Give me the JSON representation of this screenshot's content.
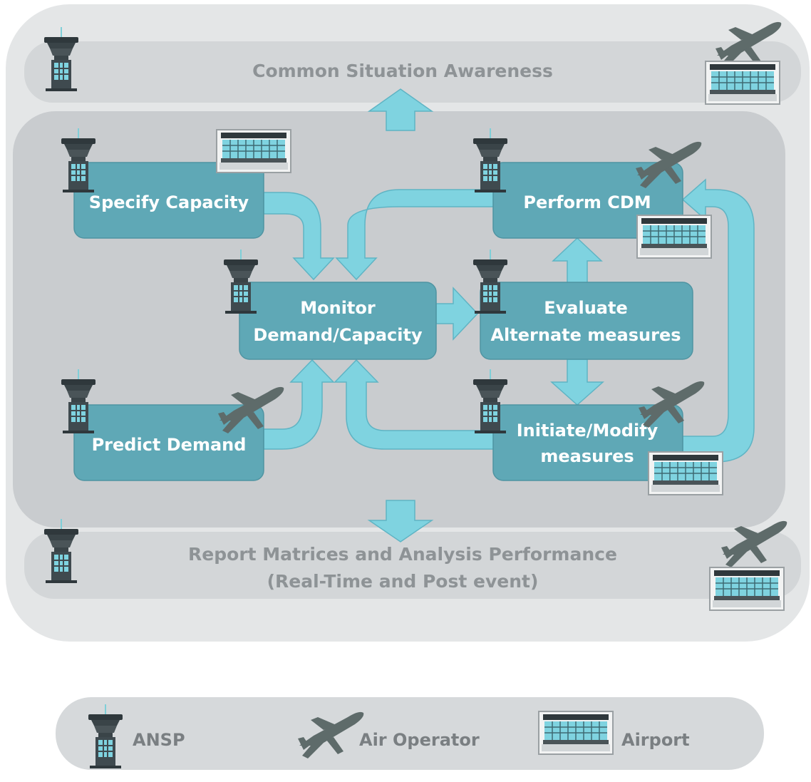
{
  "bands": {
    "top": "Common Situation Awareness",
    "bottom_line1": "Report Matrices and Analysis Performance",
    "bottom_line2": "(Real-Time and Post event)"
  },
  "process": {
    "specify": "Specify Capacity",
    "predict": "Predict Demand",
    "monitor_line1": "Monitor",
    "monitor_line2": "Demand/Capacity",
    "evaluate_line1": "Evaluate",
    "evaluate_line2": "Alternate measures",
    "perform": "Perform CDM",
    "initiate_line1": "Initiate/Modify",
    "initiate_line2": "measures"
  },
  "legend": {
    "ansp": "ANSP",
    "air_operator": "Air Operator",
    "airport": "Airport"
  },
  "icons": {
    "ansp": "control-tower-icon",
    "air_operator": "airplane-icon",
    "airport": "airport-terminal-icon"
  },
  "colors": {
    "box_fill": "#5fa8b6",
    "arrow_fill": "#7fd3e0",
    "band_fill": "#d6d9db",
    "panel_fill": "#c9cccf",
    "outer_fill": "#e4e6e7",
    "band_text": "#8e9396",
    "legend_text": "#7a7f82",
    "tower": "#3a4448",
    "plane": "#5e6b6a"
  }
}
